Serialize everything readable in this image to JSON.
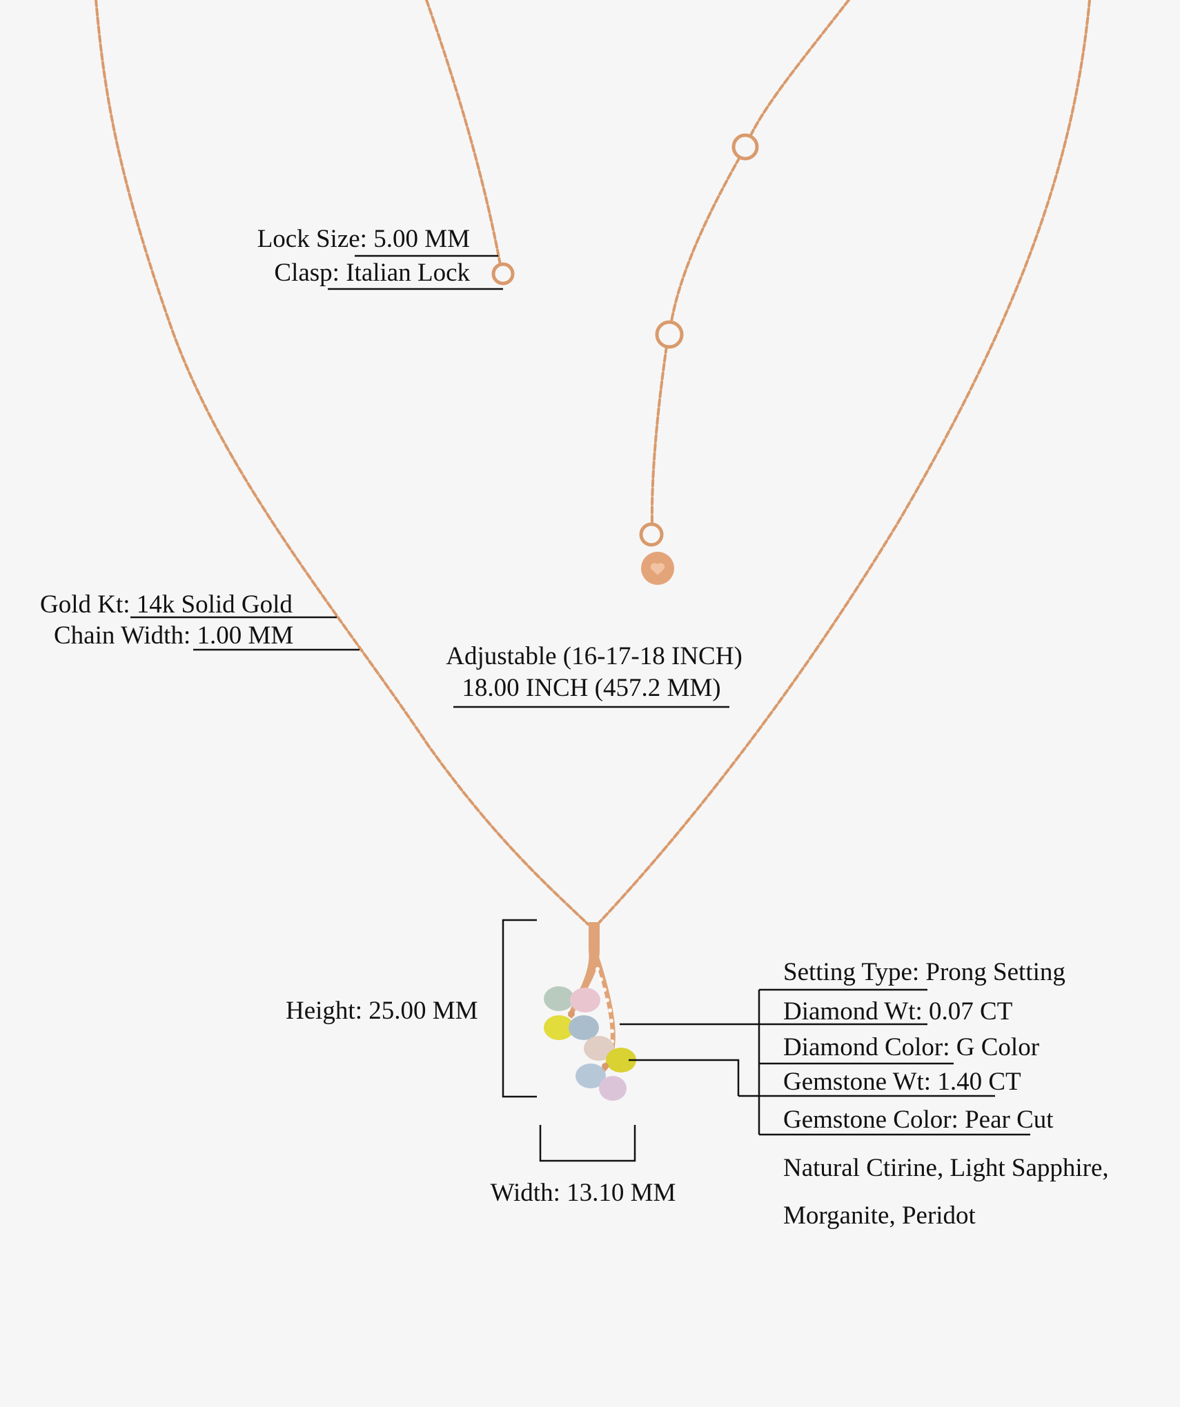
{
  "colors": {
    "background": "#f6f6f6",
    "gold": "#d99a6c",
    "line": "#111111"
  },
  "clasp": {
    "lock_size": "Lock Size: 5.00 MM",
    "clasp": "Clasp: Italian Lock"
  },
  "chain": {
    "gold_kt": "Gold Kt: 14k Solid Gold",
    "chain_width": "Chain Width: 1.00 MM"
  },
  "length": {
    "adjustable": "Adjustable (16-17-18 INCH)",
    "length": "18.00 INCH (457.2 MM)"
  },
  "dimensions": {
    "height": "Height: 25.00 MM",
    "width": "Width: 13.10 MM"
  },
  "specs": {
    "setting_type": "Setting Type: Prong Setting",
    "diamond_wt": "Diamond Wt: 0.07 CT",
    "diamond_color": "Diamond Color: G Color",
    "gemstone_wt": "Gemstone Wt: 1.40 CT",
    "gemstone_color": "Gemstone Color: Pear Cut",
    "gemstones_line1": "Natural Ctirine, Light Sapphire,",
    "gemstones_line2": "Morganite, Peridot"
  }
}
